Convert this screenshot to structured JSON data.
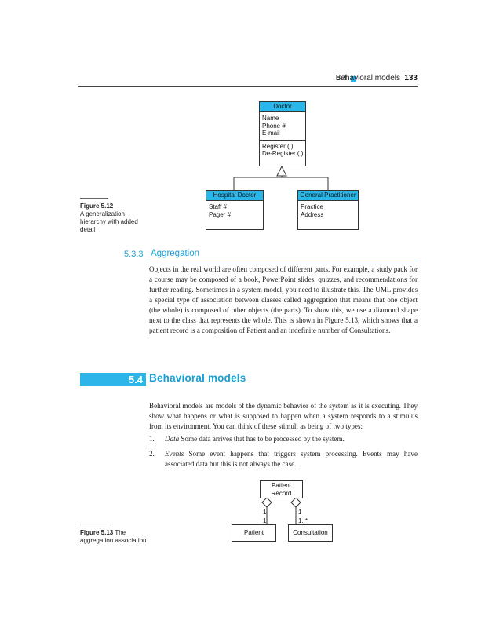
{
  "header": {
    "section": "5.4",
    "title": "Behavioral models",
    "page_number": "133"
  },
  "figure_5_12": {
    "caption_label": "Figure 5.12",
    "caption_text": "A generalization hierarchy with added detail",
    "doctor": {
      "name": "Doctor",
      "attributes": [
        "Name",
        "Phone #",
        "E-mail"
      ],
      "operations": [
        "Register ( )",
        "De-Register ( )"
      ]
    },
    "hospital_doctor": {
      "name": "Hospital Doctor",
      "attributes": [
        "Staff #",
        "Pager #"
      ]
    },
    "general_practitioner": {
      "name": "General Practitioner",
      "attributes": [
        "Practice",
        "Address"
      ]
    }
  },
  "section_5_3_3": {
    "number": "5.3.3",
    "title": "Aggregation",
    "paragraph": "Objects in the real world are often composed of different parts. For example, a study pack for a course may be composed of a book, PowerPoint slides, quizzes, and recommendations for further reading. Sometimes in a system model, you need to illustrate this. The UML provides a special type of association between classes called aggregation that means that one object (the whole) is composed of other objects (the parts). To show this, we use a diamond shape next to the class that represents the whole. This is shown in Figure 5.13, which shows that a patient record is a composition of Patient and an indefinite number of Consultations."
  },
  "section_5_4": {
    "number": "5.4",
    "title": "Behavioral models",
    "paragraph": "Behavioral models are models of the dynamic behavior of the system as it is executing. They show what happens or what is supposed to happen when a system responds to a stimulus from its environment. You can think of these stimuli as being of two types:",
    "items": [
      {
        "num": "1.",
        "term": "Data",
        "text": " Some data arrives that has to be processed by the system."
      },
      {
        "num": "2.",
        "term": "Events",
        "text": " Some event happens that triggers system processing. Events may have associated data but this is not always the case."
      }
    ]
  },
  "figure_5_13": {
    "caption_label": "Figure 5.13",
    "caption_text": "The aggregation association",
    "patient_record": [
      "Patient",
      "Record"
    ],
    "patient": "Patient",
    "consultation": "Consultation",
    "multiplicity": {
      "left_top": "1",
      "left_bottom": "1",
      "right_top": "1",
      "right_bottom": "1..*"
    }
  },
  "colors": {
    "accent": "#2db4e8",
    "heading_text": "#1aa0d4"
  }
}
